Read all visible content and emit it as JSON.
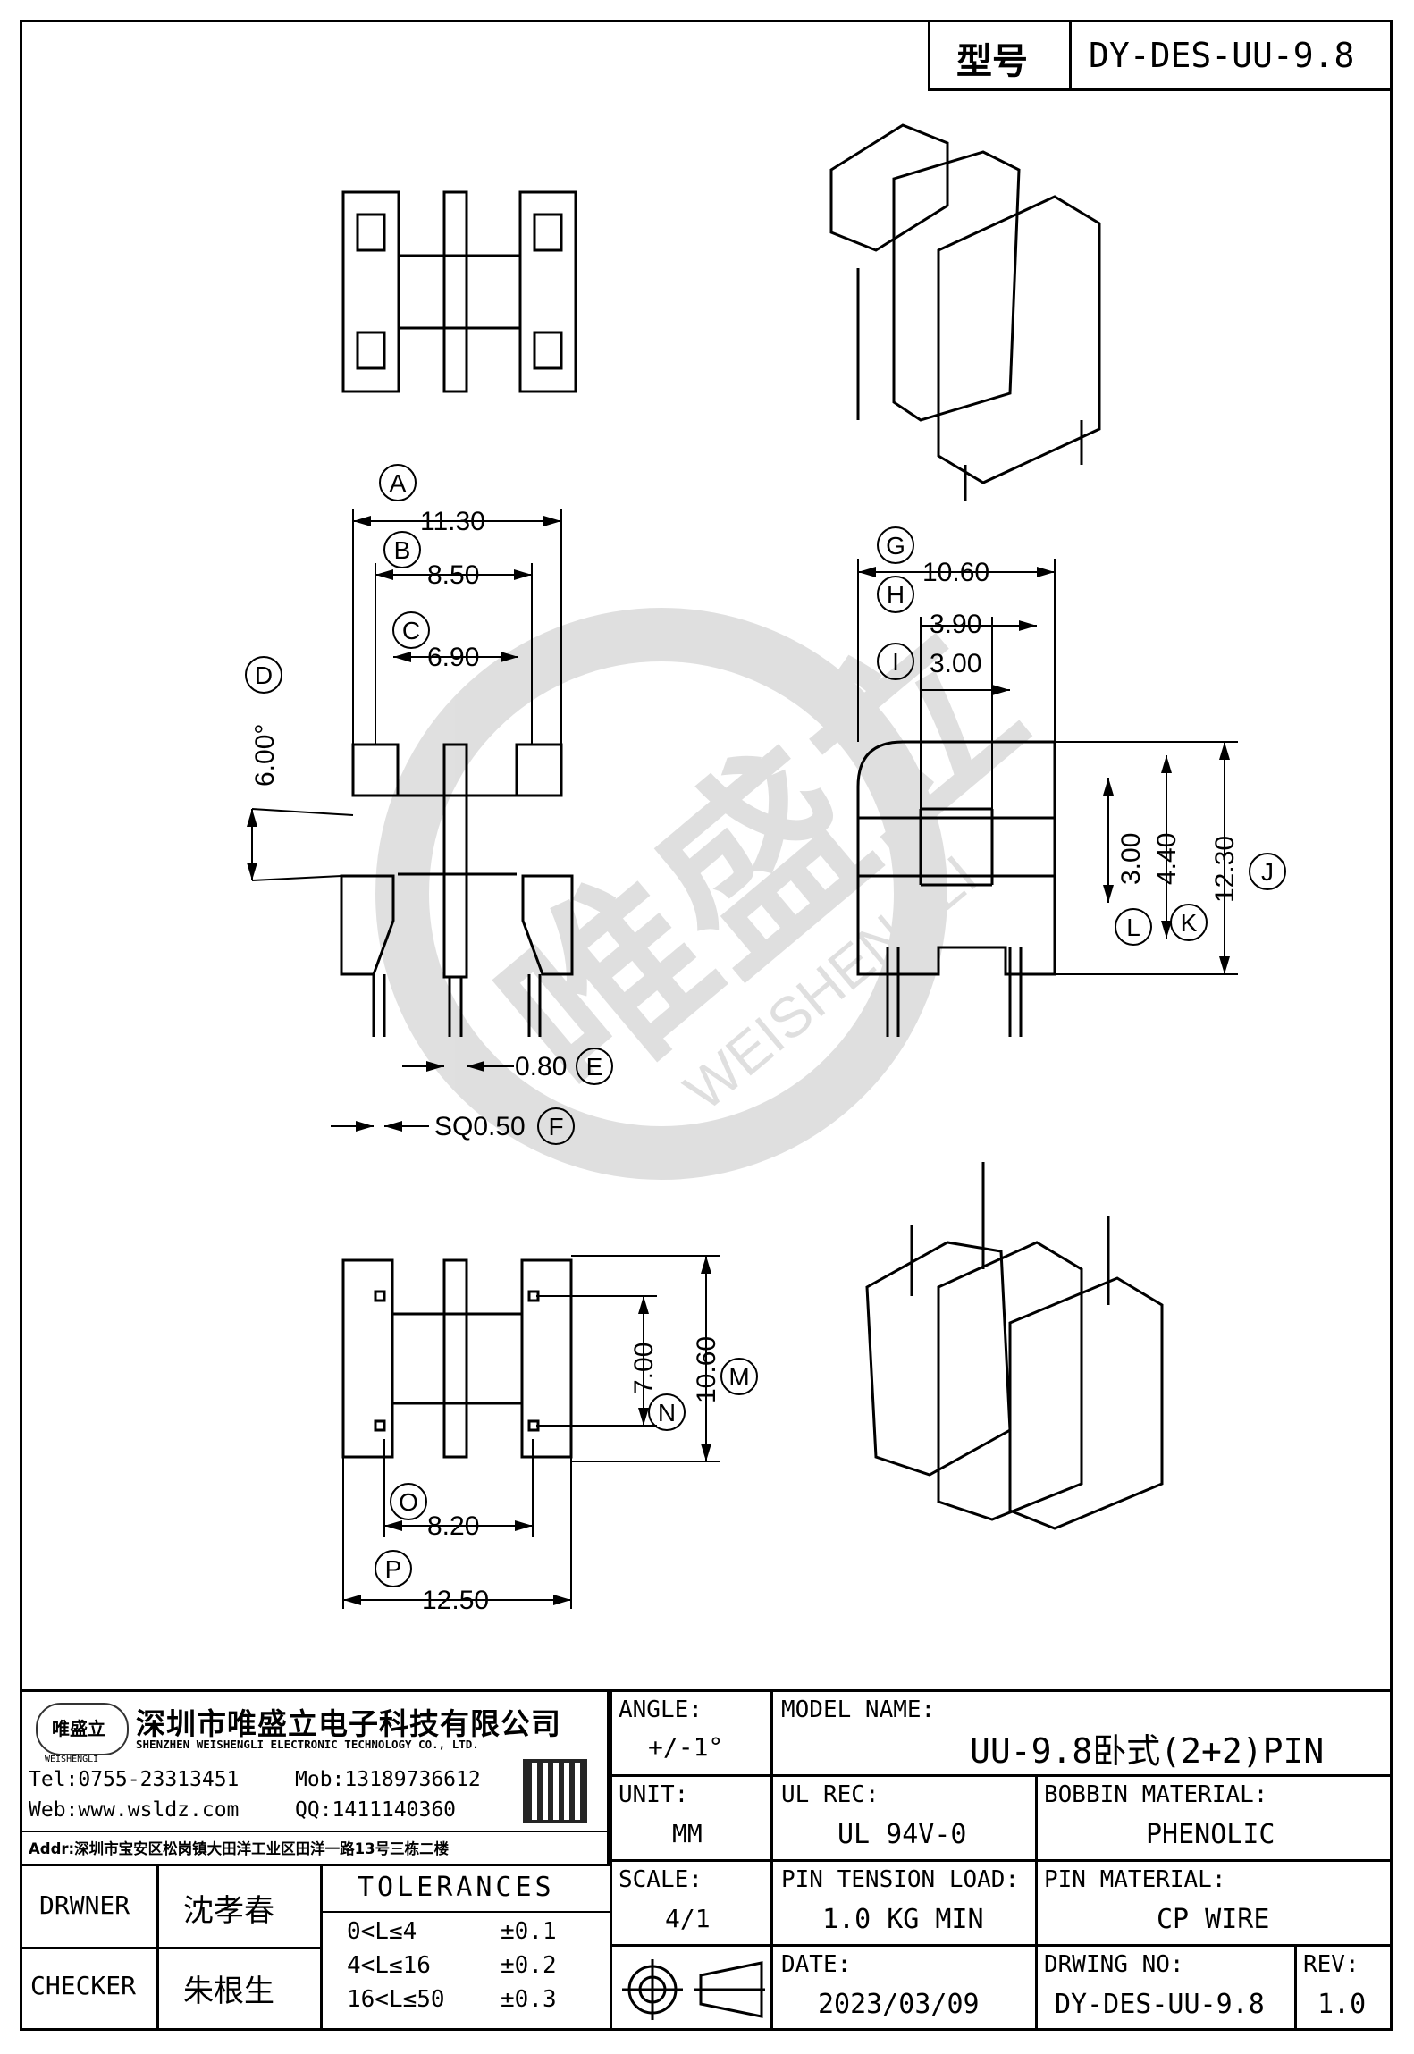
{
  "header": {
    "model_label": "型号",
    "model_value": "DY-DES-UU-9.8"
  },
  "watermark": {
    "brand_cn": "唯盛立",
    "brand_en": "WEISHENGLI"
  },
  "dimensions": {
    "A": {
      "label": "A",
      "value": "11.30"
    },
    "B": {
      "label": "B",
      "value": "8.50"
    },
    "C": {
      "label": "C",
      "value": "6.90"
    },
    "D": {
      "label": "D",
      "value": "6.00°"
    },
    "E": {
      "label": "E",
      "value": "0.80"
    },
    "F": {
      "label": "F",
      "value": "SQ0.50"
    },
    "G": {
      "label": "G",
      "value": "10.60"
    },
    "H": {
      "label": "H",
      "value": "3.90"
    },
    "I": {
      "label": "I",
      "value": "3.00"
    },
    "J": {
      "label": "J",
      "value": "12.30"
    },
    "K": {
      "label": "K",
      "value": "4.40"
    },
    "L": {
      "label": "L",
      "value": "3.00"
    },
    "M": {
      "label": "M",
      "value": "10.60"
    },
    "N": {
      "label": "N",
      "value": "7.00"
    },
    "O": {
      "label": "O",
      "value": "8.20"
    },
    "P": {
      "label": "P",
      "value": "12.50"
    }
  },
  "company": {
    "logo_text": "唯盛立",
    "logo_sub": "WEISHENGLI",
    "name_cn": "深圳市唯盛立电子科技有限公司",
    "name_en": "SHENZHEN WEISHENGLI ELECTRONIC TECHNOLOGY CO., LTD.",
    "tel": "Tel:0755-23313451",
    "mob": "Mob:13189736612",
    "web": "Web:www.wsldz.com",
    "qq": "QQ:1411140360",
    "addr": "Addr:深圳市宝安区松岗镇大田洋工业区田洋一路13号三栋二楼"
  },
  "title_block": {
    "angle_label": "ANGLE:",
    "angle_value": "+/-1°",
    "model_name_label": "MODEL NAME:",
    "model_name_value": "UU-9.8卧式(2+2)PIN",
    "unit_label": "UNIT:",
    "unit_value": "MM",
    "ul_rec_label": "UL REC:",
    "ul_rec_value": "UL 94V-0",
    "bobbin_label": "BOBBIN MATERIAL:",
    "bobbin_value": "PHENOLIC",
    "scale_label": "SCALE:",
    "scale_value": "4/1",
    "pin_tension_label": "PIN TENSION LOAD:",
    "pin_tension_value": "1.0 KG MIN",
    "pin_material_label": "PIN MATERIAL:",
    "pin_material_value": "CP WIRE",
    "date_label": "DATE:",
    "date_value": "2023/03/09",
    "drawing_no_label": "DRWING NO:",
    "drawing_no_value": "DY-DES-UU-9.8",
    "rev_label": "REV:",
    "rev_value": "1.0",
    "drawer_label": "DRWNER",
    "drawer_value": "沈孝春",
    "checker_label": "CHECKER",
    "checker_value": "朱根生",
    "tolerances_label": "TOLERANCES",
    "tolerances": [
      {
        "range": "0<L≤4",
        "value": "±0.1"
      },
      {
        "range": "4<L≤16",
        "value": "±0.2"
      },
      {
        "range": "16<L≤50",
        "value": "±0.3"
      }
    ]
  }
}
